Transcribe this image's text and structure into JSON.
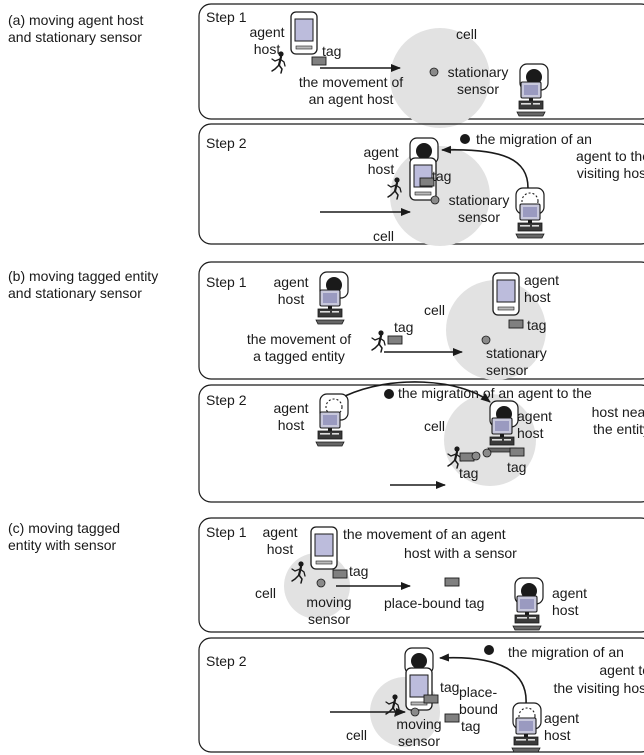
{
  "scenarios": [
    {
      "caption": "(a) moving agent host and stationary sensor",
      "caption_lines": [
        "(a) moving agent host",
        "and stationary sensor"
      ],
      "step1": {
        "title": "Step 1",
        "labels": {
          "agent_host": [
            "agent",
            "host"
          ],
          "tag": "tag",
          "cell": "cell",
          "movement": [
            "the movement of",
            "an agent host"
          ],
          "sensor": [
            "stationary",
            "sensor"
          ]
        }
      },
      "step2": {
        "title": "Step 2",
        "labels": {
          "agent_host": [
            "agent",
            "host"
          ],
          "tag": "tag",
          "migration": [
            "the migration of an",
            "agent to the",
            "visiting host"
          ],
          "sensor": [
            "stationary",
            "sensor"
          ],
          "cell": "cell"
        }
      }
    },
    {
      "caption": "(b) moving tagged entity and stationary sensor",
      "caption_lines": [
        "(b) moving tagged entity",
        "and stationary sensor"
      ],
      "step1": {
        "title": "Step 1",
        "labels": {
          "agent_host_left": [
            "agent",
            "host"
          ],
          "cell": "cell",
          "agent_host_right": [
            "agent",
            "host"
          ],
          "tag_right": "tag",
          "movement": [
            "the movement of",
            "a tagged entity"
          ],
          "tag": "tag",
          "sensor": [
            "stationary",
            "sensor"
          ]
        }
      },
      "step2": {
        "title": "Step 2",
        "labels": {
          "agent_host": [
            "agent",
            "host"
          ],
          "migration": [
            "the migration of an agent to the",
            "host near",
            "the entity"
          ],
          "cell": "cell",
          "agent_host_right": [
            "agent",
            "host"
          ],
          "tag_left": "tag",
          "tag_right": "tag"
        }
      }
    },
    {
      "caption": "(c) moving tagged entity with sensor",
      "caption_lines": [
        "(c) moving tagged",
        "entity with sensor"
      ],
      "step1": {
        "title": "Step 1",
        "labels": {
          "agent_host": [
            "agent",
            "host"
          ],
          "movement": [
            "the movement of an agent",
            "host with a sensor"
          ],
          "tag": "tag",
          "cell": "cell",
          "sensor": [
            "moving",
            "sensor"
          ],
          "place_bound_tag": "place-bound tag",
          "agent_host_right": [
            "agent",
            "host"
          ]
        }
      },
      "step2": {
        "title": "Step 2",
        "labels": {
          "migration": [
            "the migration of an",
            "agent to",
            "the visiting host"
          ],
          "tag": "tag",
          "place_bound_tag": [
            "place-",
            "bound",
            "tag"
          ],
          "agent_host_right": [
            "agent",
            "host"
          ],
          "cell": "cell",
          "sensor": [
            "moving",
            "sensor"
          ]
        }
      }
    }
  ]
}
